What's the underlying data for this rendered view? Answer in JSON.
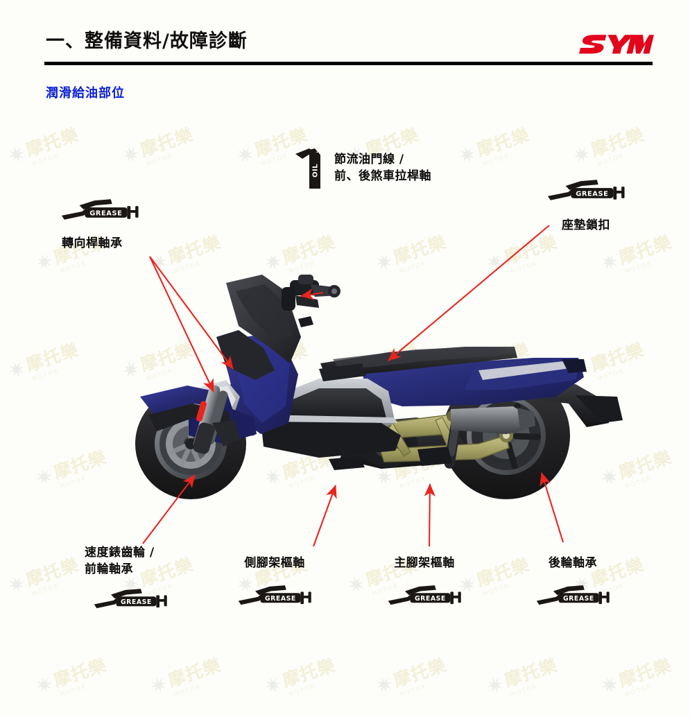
{
  "header": {
    "title": "一、整備資料/故障診斷",
    "brand": "SYM",
    "brand_color": "#e2051b",
    "rule_color": "#000000"
  },
  "section": {
    "subtitle": "潤滑給油部位",
    "subtitle_color": "#0a1fd0"
  },
  "figure": {
    "subject": "maxi-scooter-side-view",
    "body_color": "#2b2f7a",
    "arrow_color": "#e8251f",
    "icons": {
      "grease_label": "GREASE",
      "oil_label": "OIL"
    }
  },
  "callouts": [
    {
      "id": "steering-stem-bearing",
      "label": "轉向桿軸承",
      "icon": "grease-gun-icon",
      "icon_text": "GREASE",
      "position": "top-left"
    },
    {
      "id": "throttle-cable-brake-lever-pivot",
      "label": "節流油門線 /\n前、後煞車拉桿軸",
      "icon": "oil-can-icon",
      "icon_text": "OIL",
      "position": "top-center"
    },
    {
      "id": "seat-lock",
      "label": "座墊鎖扣",
      "icon": "grease-gun-icon",
      "icon_text": "GREASE",
      "position": "top-right"
    },
    {
      "id": "speedometer-gear-front-wheel-bearing",
      "label": "速度錶齒輪 /\n前輪軸承",
      "icon": "grease-gun-icon",
      "icon_text": "GREASE",
      "position": "bottom-left"
    },
    {
      "id": "side-stand-pivot",
      "label": "側腳架樞軸",
      "icon": "grease-gun-icon",
      "icon_text": "GREASE",
      "position": "bottom-center-left"
    },
    {
      "id": "main-stand-pivot",
      "label": "主腳架樞軸",
      "icon": "grease-gun-icon",
      "icon_text": "GREASE",
      "position": "bottom-center-right"
    },
    {
      "id": "rear-wheel-bearing",
      "label": "後輪軸承",
      "icon": "grease-gun-icon",
      "icon_text": "GREASE",
      "position": "bottom-right"
    }
  ],
  "watermark": {
    "text": "摩托樂",
    "star": "✷",
    "sub": "MOTOR"
  }
}
